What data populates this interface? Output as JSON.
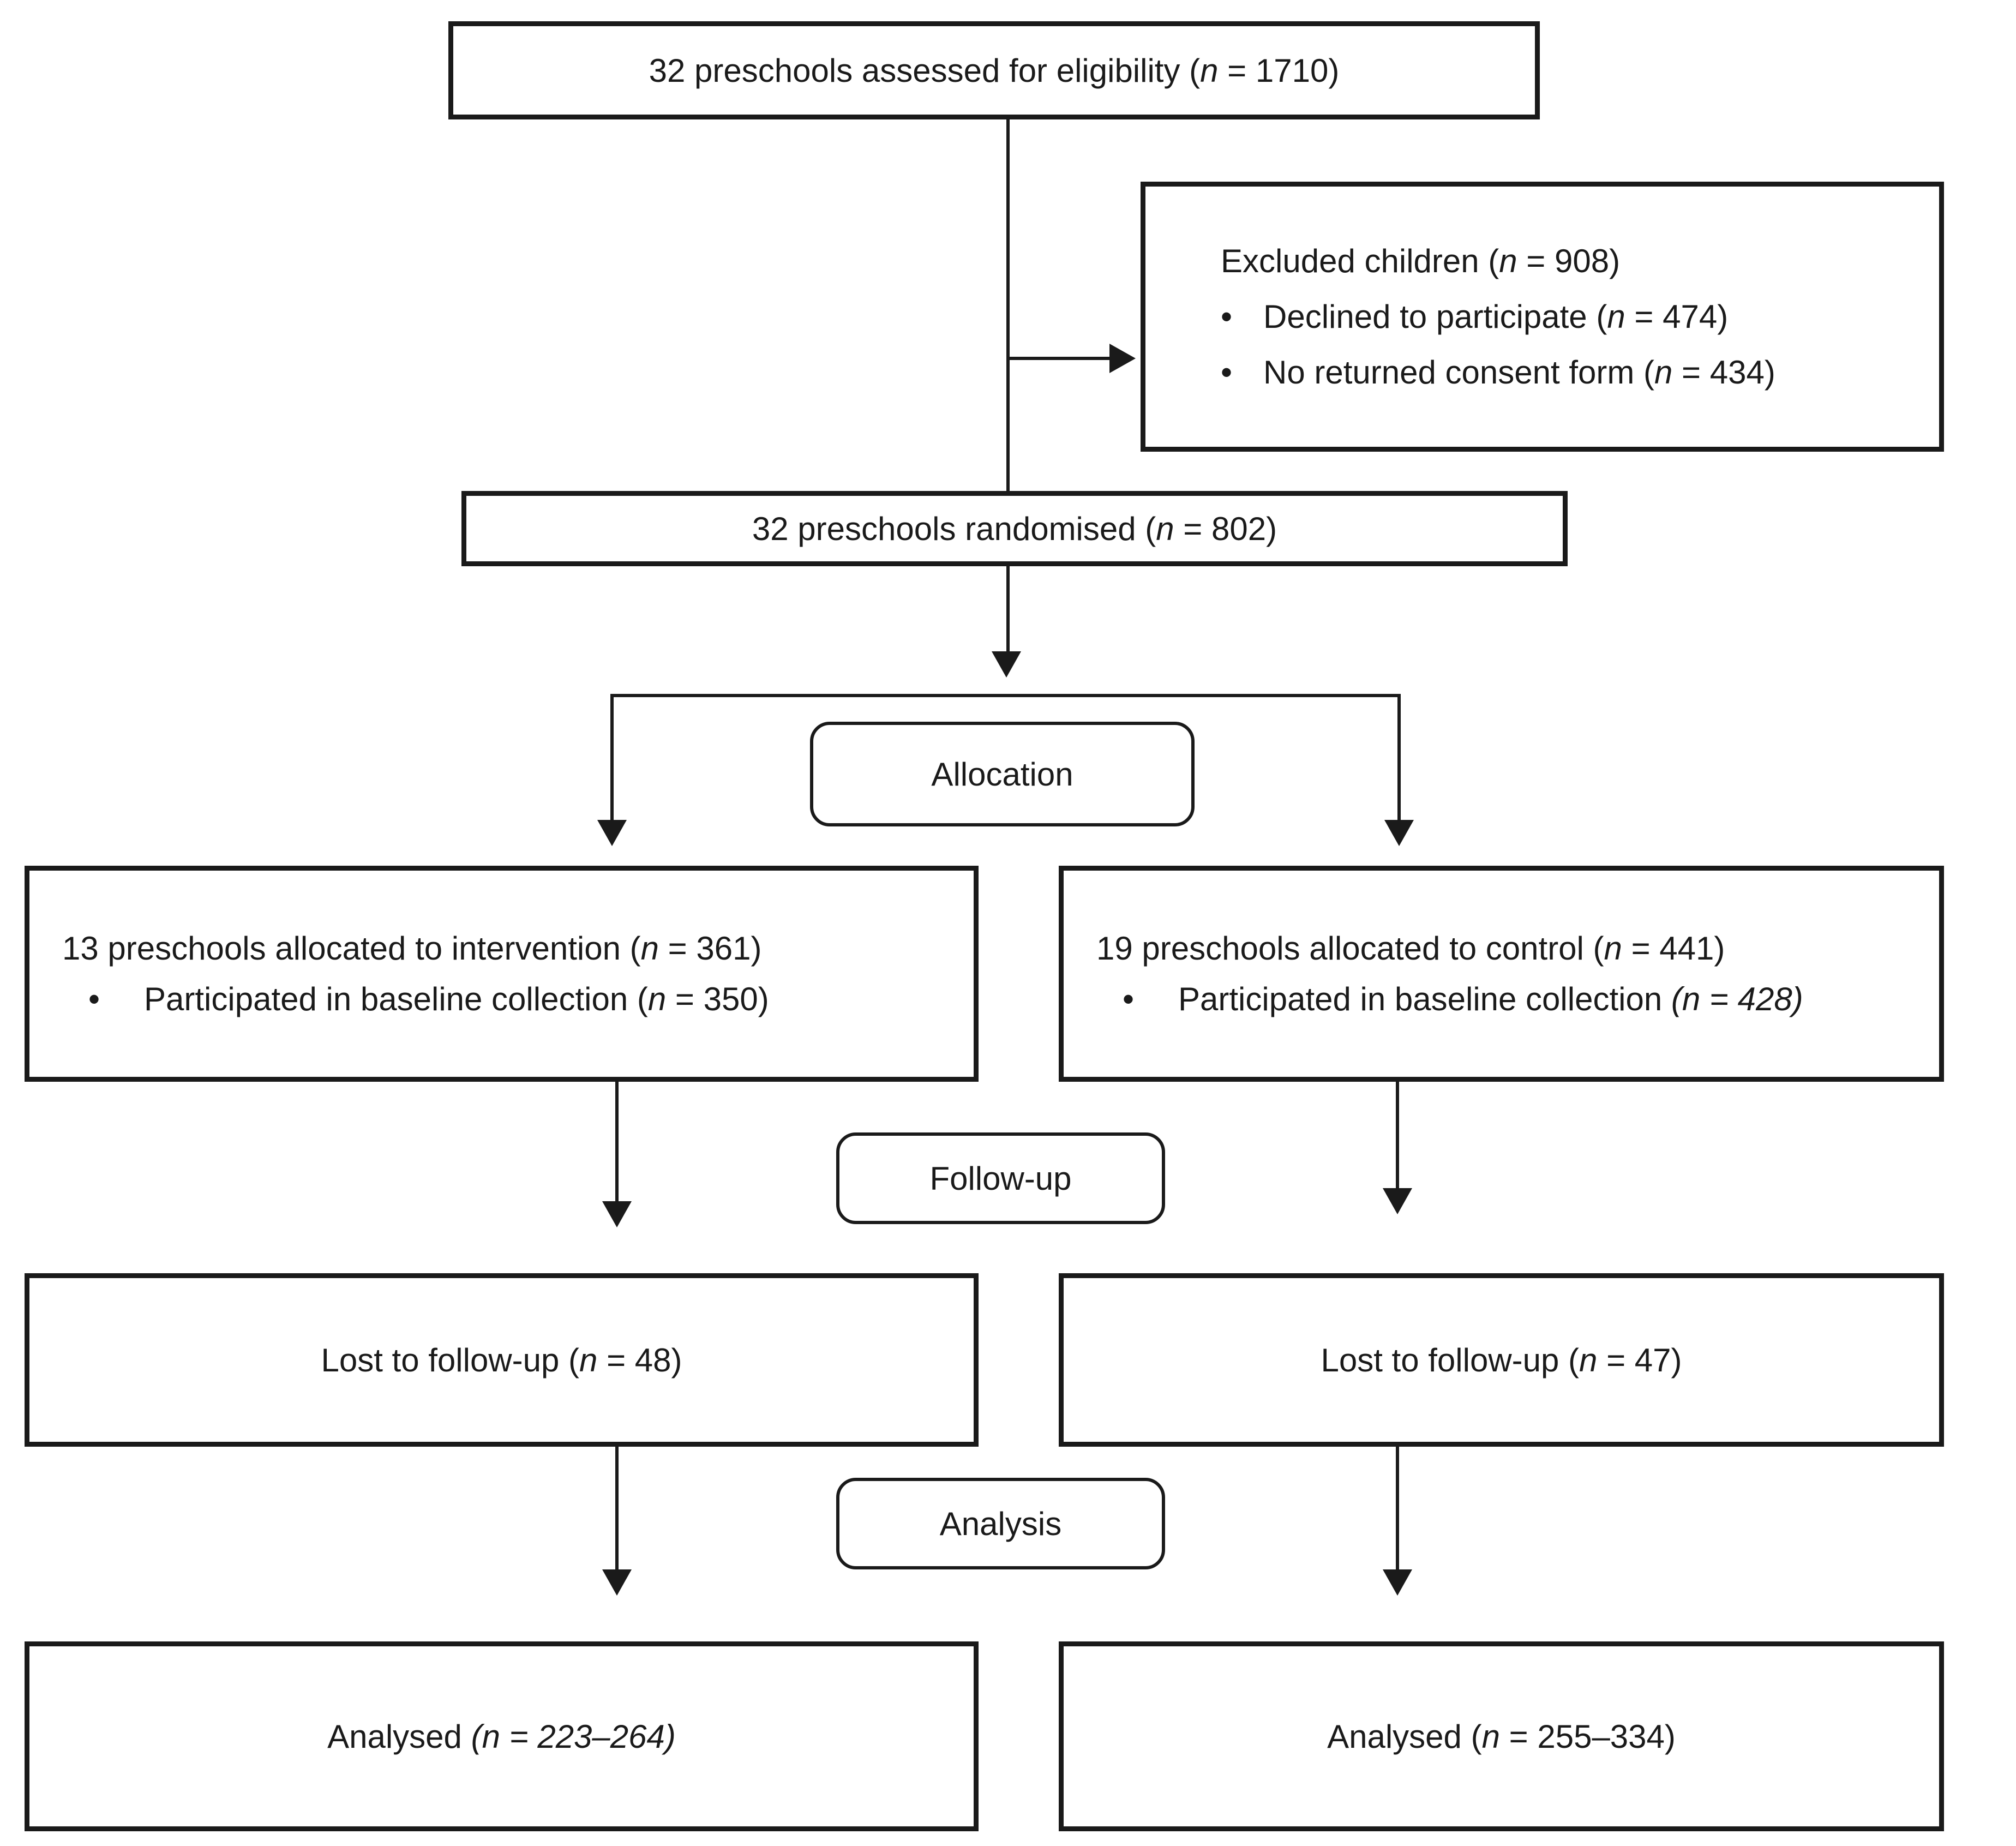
{
  "diagram": {
    "bullet_char": "•",
    "colors": {
      "line": "#1a1a1a",
      "text": "#1a1a1a",
      "background": "#ffffff"
    },
    "stages": {
      "allocation": "Allocation",
      "followup": "Follow-up",
      "analysis": "Analysis"
    },
    "boxes": {
      "eligibility": "32 preschools assessed for eligibility (*n* = 1710)",
      "excluded_title": "Excluded children (*n* = 908)",
      "excluded_bullets": [
        "Declined to participate (*n* = 474)",
        "No returned consent form (*n* = 434)"
      ],
      "randomised": "32 preschools randomised (*n* = 802)",
      "intervention_title": "13 preschools allocated to intervention (*n* = 361)",
      "intervention_bullets": [
        "Participated in baseline collection (*n* = 350)"
      ],
      "control_title": "19 preschools allocated to control (*n* = 441)",
      "control_bullets": [
        "Participated in baseline collection *(n = 428)*"
      ],
      "lost_intervention": "Lost to follow-up (*n* = 48)",
      "lost_control": "Lost to follow-up (*n* = 47)",
      "analysed_intervention": "Analysed *(n = 223–264)*",
      "analysed_control": "Analysed (*n* = 255–334)"
    }
  }
}
